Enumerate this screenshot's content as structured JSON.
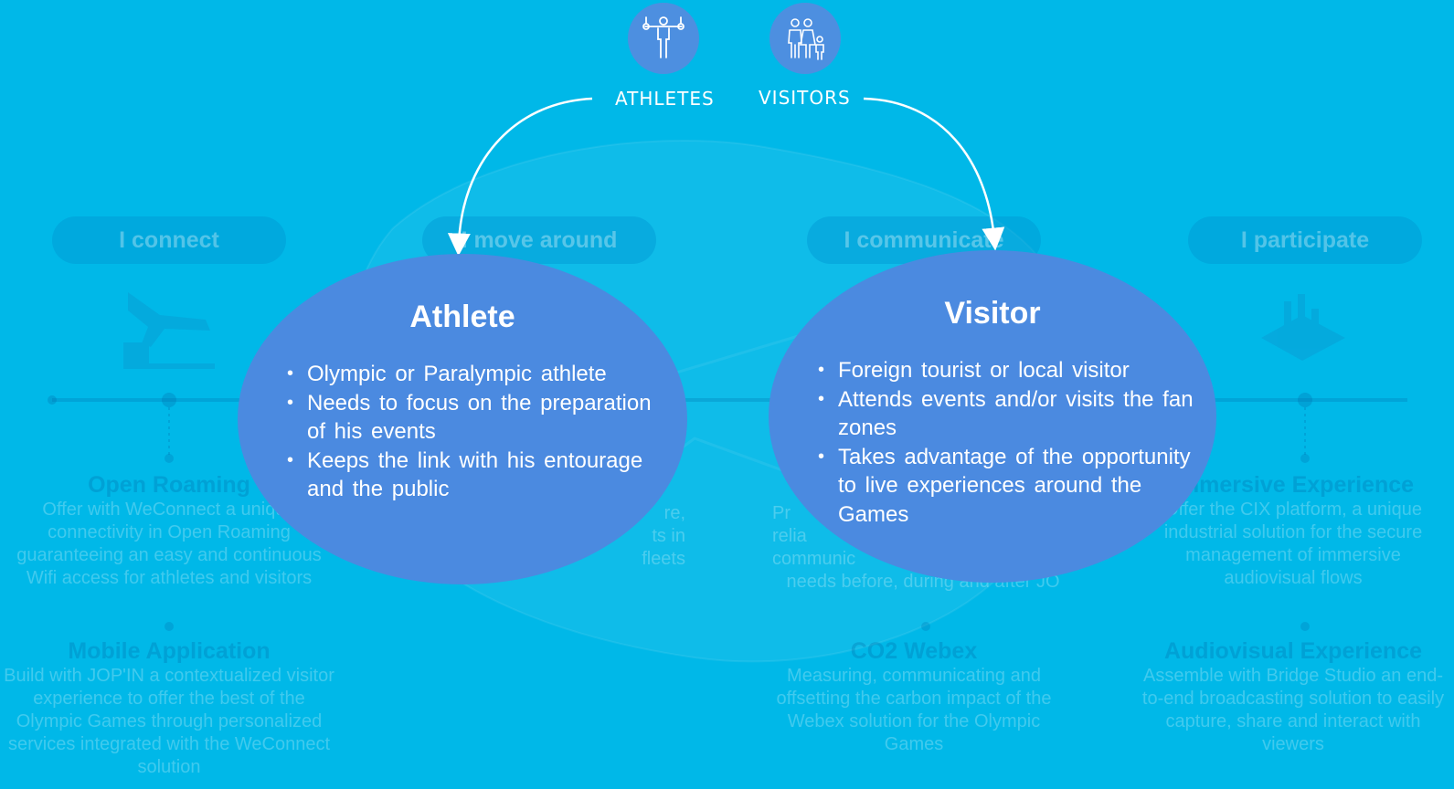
{
  "background_sections": [
    {
      "pill": "I connect",
      "items": [
        {
          "title": "Open Roaming",
          "text": "Offer with WeConnect a unique connectivity in Open Roaming guaranteeing an easy and continuous Wifi access for athletes and visitors",
          "highlight": "WeConnect"
        },
        {
          "title": "Mobile Application",
          "text": "Build with JOP'IN a contextualized visitor experience to offer the best of the Olympic Games through personalized services integrated with the WeConnect solution",
          "highlight": "JOP'IN"
        }
      ]
    },
    {
      "pill": "I move around",
      "fragments": [
        "re,",
        "ts in",
        "fleets"
      ]
    },
    {
      "pill": "I communicate",
      "fragments": [
        "Pr",
        "relia",
        "communic",
        "needs before, during and after JO"
      ],
      "items": [
        {
          "title": "CO2 Webex",
          "text": "Measuring, communicating and offsetting the carbon impact of the Webex solution for the Olympic Games"
        }
      ]
    },
    {
      "pill": "I participate",
      "items": [
        {
          "title": "Immersive Experience",
          "text": "Offer the CIX platform, a unique industrial solution for the secure management of immersive audiovisual flows",
          "highlight": "CIX"
        },
        {
          "title": "Audiovisual Experience",
          "text": "Assemble with Bridge Studio an end-to-end broadcasting solution to easily capture, share and interact with viewers",
          "highlight": "Bridge Studio"
        }
      ]
    }
  ],
  "categories": {
    "athletes": {
      "label": "ATHLETES",
      "icon": "gymnast-icon"
    },
    "visitors": {
      "label": "VISITORS",
      "icon": "family-icon"
    }
  },
  "personas": {
    "athlete": {
      "title": "Athlete",
      "bullets": [
        "Olympic or Paralympic athlete",
        "Needs to focus on the preparation of his events",
        "Keeps the link with his entourage and the public"
      ]
    },
    "visitor": {
      "title": "Visitor",
      "bullets": [
        "Foreign tourist or local visitor",
        "Attends events and/or visits the fan zones",
        "Takes advantage of the opportunity to live experiences around the Games"
      ]
    }
  },
  "colors": {
    "background": "#00b8e8",
    "persona_fill": "#4b8ae0",
    "icon_fill": "#4d8fe0",
    "text": "#ffffff"
  }
}
